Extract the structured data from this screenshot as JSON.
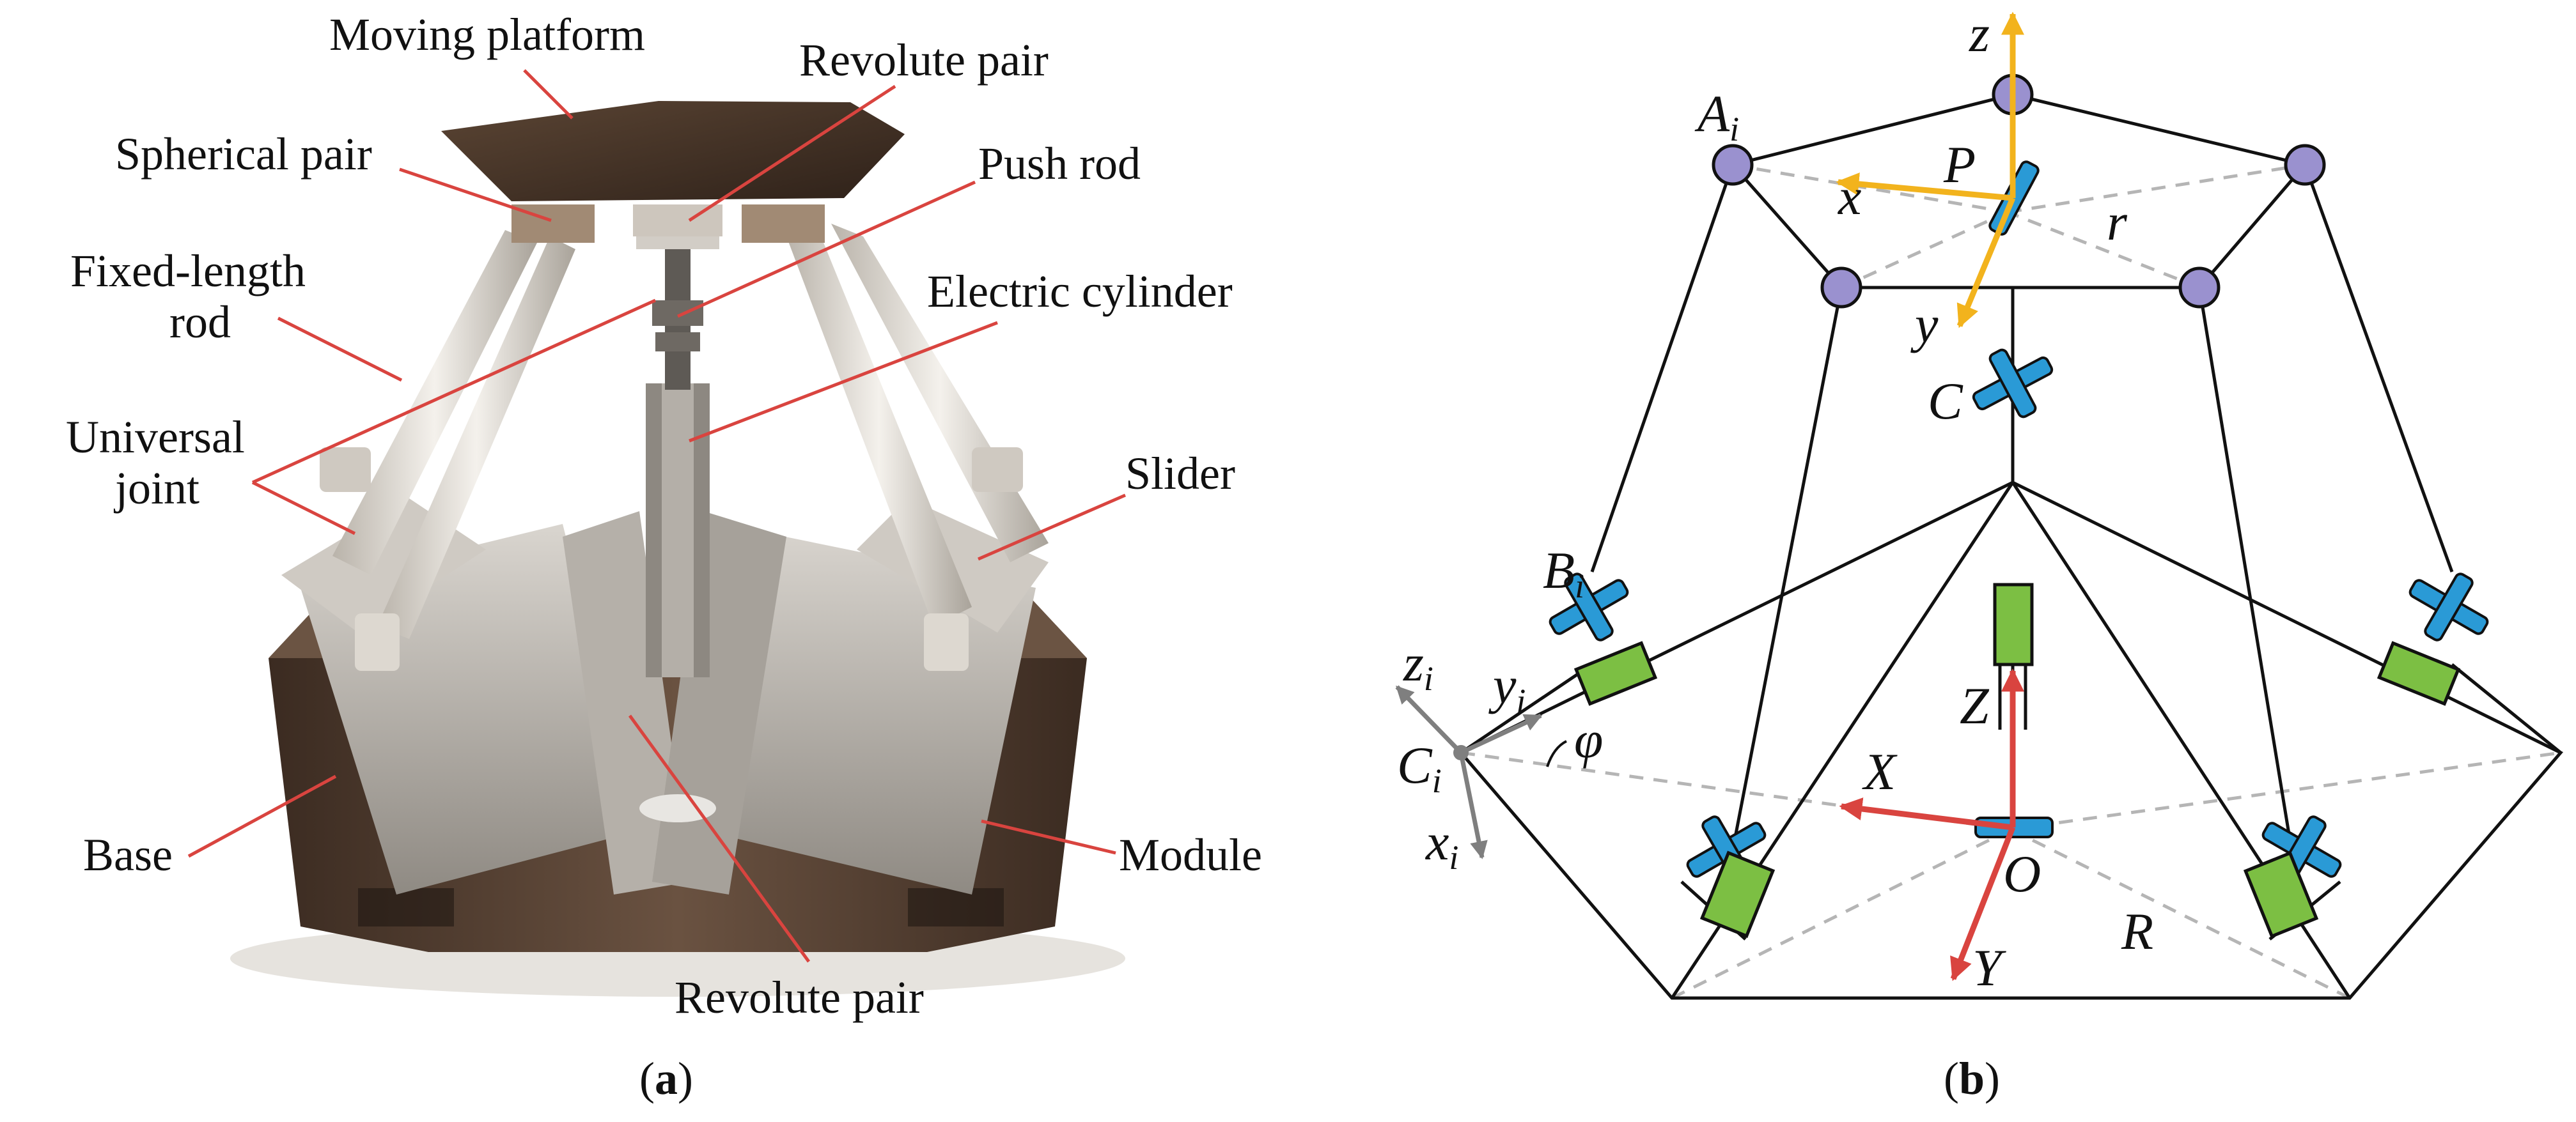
{
  "panel_a": {
    "callouts": {
      "moving_platform": "Moving platform",
      "revolute_pair_top": "Revolute pair",
      "spherical_pair": "Spherical pair",
      "push_rod": "Push rod",
      "fixed_length_rod_1": "Fixed-length",
      "fixed_length_rod_2": "rod",
      "electric_cylinder": "Electric cylinder",
      "universal_joint_1": "Universal",
      "universal_joint_2": "joint",
      "slider": "Slider",
      "base": "Base",
      "module": "Module",
      "revolute_pair_bottom": "Revolute pair"
    },
    "caption": {
      "open": "(",
      "letter": "a",
      "close": ")"
    }
  },
  "panel_b": {
    "labels": {
      "z": "z",
      "A": "A",
      "A_sub": "i",
      "P": "P",
      "x": "x",
      "r": "r",
      "y": "y",
      "C": "C",
      "B": "B",
      "B_sub": "i",
      "z_i": "z",
      "z_i_sub": "i",
      "y_i": "y",
      "y_i_sub": "i",
      "phi": "φ",
      "C_i": "C",
      "C_i_sub": "i",
      "x_i": "x",
      "x_i_sub": "i",
      "X": "X",
      "Z": "Z",
      "O": "O",
      "R": "R",
      "Y": "Y"
    },
    "caption": {
      "open": "(",
      "letter": "b",
      "close": ")"
    }
  },
  "colors": {
    "callout_line": "#d9443f",
    "axis_gold": "#f2b31d",
    "axis_red": "#d9443f",
    "axis_gray": "#7f7f7f",
    "joint_blue": "#2a9ad6",
    "slider_green": "#7cbf43",
    "ball_purple": "#9a91cf",
    "base_brown": "#4f3a2c",
    "metal": "#c9c4bc"
  }
}
